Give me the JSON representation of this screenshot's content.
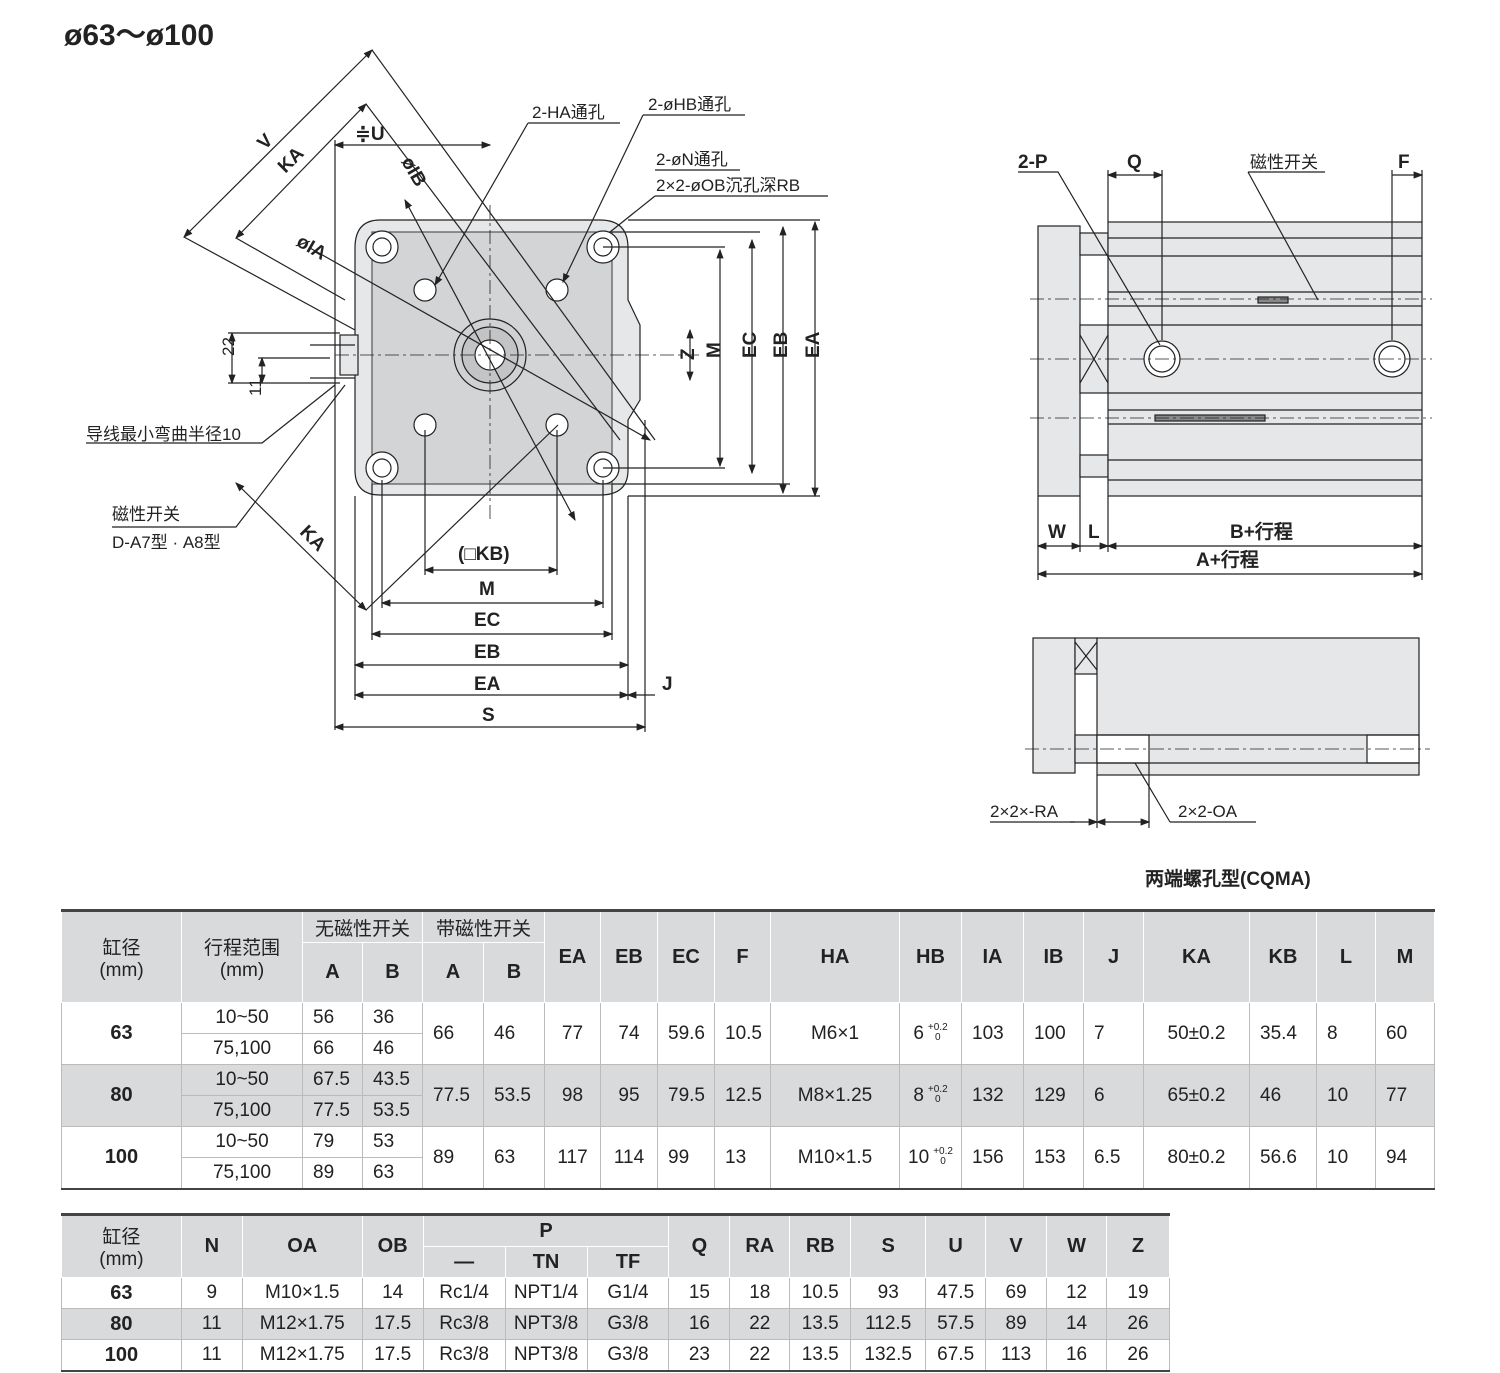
{
  "title": "ø63～ø100",
  "labels": {
    "V": "V",
    "KA": "KA",
    "U": "≑U",
    "IB": "øIB",
    "IA": "øIA",
    "HA_hole": "2-HA通孔",
    "HB_hole": "2-øHB通孔",
    "N_hole": "2-øN通孔",
    "OB_hole": "2×2-øOB沉孔深RB",
    "Z": "Z",
    "M": "M",
    "EC": "EC",
    "EB": "EB",
    "EA": "EA",
    "d22": "22",
    "d11": "11",
    "bend": "导线最小弯曲半径10",
    "switch": "磁性开关",
    "switch_type": "D-A7型 · A8型",
    "KB": "(□KB)",
    "J": "J",
    "S": "S",
    "P": "2-P",
    "Q": "Q",
    "switch2": "磁性开关",
    "F": "F",
    "W": "W",
    "L": "L",
    "B_stroke": "B+行程",
    "A_stroke": "A+行程",
    "RA": "2×2×-RA",
    "OA": "2×2-OA",
    "cqma": "两端螺孔型(CQMA)"
  },
  "table1": {
    "h_bore": "缸径",
    "h_mm": "(mm)",
    "h_stroke": "行程范围",
    "h_nosw": "无磁性开关",
    "h_sw": "带磁性开关",
    "h_A": "A",
    "h_B": "B",
    "cols": [
      "EA",
      "EB",
      "EC",
      "F",
      "HA",
      "HB",
      "IA",
      "IB",
      "J",
      "KA",
      "KB",
      "L",
      "M"
    ],
    "hb_tol_plus": "+0.2",
    "hb_tol_zero": "0",
    "rows": [
      {
        "bore": "63",
        "s1": "10~50",
        "s2": "75,100",
        "a1": "56",
        "b1": "36",
        "a2": "66",
        "b2": "46",
        "sa": "66",
        "sb": "46",
        "vals": [
          "77",
          "74",
          "59.6",
          "10.5",
          "M6×1",
          "6",
          "103",
          "100",
          "7",
          "50±0.2",
          "35.4",
          "8",
          "60"
        ]
      },
      {
        "bore": "80",
        "s1": "10~50",
        "s2": "75,100",
        "a1": "67.5",
        "b1": "43.5",
        "a2": "77.5",
        "b2": "53.5",
        "sa": "77.5",
        "sb": "53.5",
        "vals": [
          "98",
          "95",
          "79.5",
          "12.5",
          "M8×1.25",
          "8",
          "132",
          "129",
          "6",
          "65±0.2",
          "46",
          "10",
          "77"
        ]
      },
      {
        "bore": "100",
        "s1": "10~50",
        "s2": "75,100",
        "a1": "79",
        "b1": "53",
        "a2": "89",
        "b2": "63",
        "sa": "89",
        "sb": "63",
        "vals": [
          "117",
          "114",
          "99",
          "13",
          "M10×1.5",
          "10",
          "156",
          "153",
          "6.5",
          "80±0.2",
          "56.6",
          "10",
          "94"
        ]
      }
    ]
  },
  "table2": {
    "h_bore": "缸径",
    "h_mm": "(mm)",
    "h_N": "N",
    "h_OA": "OA",
    "h_OB": "OB",
    "h_P": "P",
    "h_P_dash": "—",
    "h_TN": "TN",
    "h_TF": "TF",
    "cols": [
      "Q",
      "RA",
      "RB",
      "S",
      "U",
      "V",
      "W",
      "Z"
    ],
    "rows": [
      {
        "bore": "63",
        "N": "9",
        "OA": "M10×1.5",
        "OB": "14",
        "P": "Rc1/4",
        "TN": "NPT1/4",
        "TF": "G1/4",
        "vals": [
          "15",
          "18",
          "10.5",
          "93",
          "47.5",
          "69",
          "12",
          "19"
        ]
      },
      {
        "bore": "80",
        "N": "11",
        "OA": "M12×1.75",
        "OB": "17.5",
        "P": "Rc3/8",
        "TN": "NPT3/8",
        "TF": "G3/8",
        "vals": [
          "16",
          "22",
          "13.5",
          "112.5",
          "57.5",
          "89",
          "14",
          "26"
        ]
      },
      {
        "bore": "100",
        "N": "11",
        "OA": "M12×1.75",
        "OB": "17.5",
        "P": "Rc3/8",
        "TN": "NPT3/8",
        "TF": "G3/8",
        "vals": [
          "23",
          "22",
          "13.5",
          "132.5",
          "67.5",
          "113",
          "16",
          "26"
        ]
      }
    ]
  }
}
